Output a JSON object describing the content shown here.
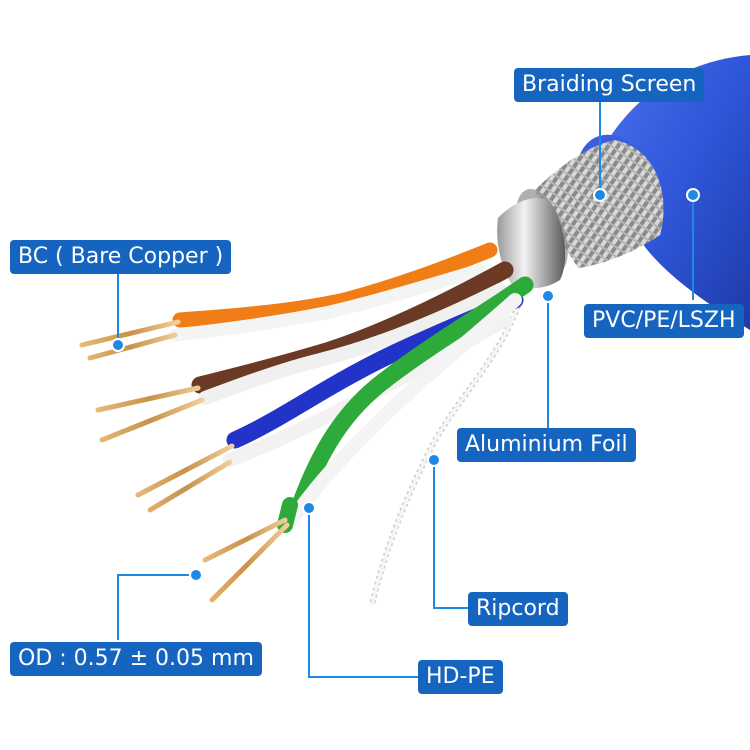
{
  "colors": {
    "label_bg": "#1565c0",
    "leader_line": "#1e88e5",
    "jacket": "#2f56d8",
    "pair_orange": "#f07d16",
    "pair_brown": "#6a3a24",
    "pair_blue": "#2233c8",
    "pair_green": "#2eaa3a",
    "copper": "#c8924a"
  },
  "labels": {
    "braiding_screen": "Braiding Screen",
    "bare_copper": "BC ( Bare Copper )",
    "jacket": "PVC/PE/LSZH",
    "aluminium_foil": "Aluminium Foil",
    "ripcord": "Ripcord",
    "conductor_od": "OD : 0.57 ± 0.05 mm",
    "insulation": "HD-PE"
  }
}
